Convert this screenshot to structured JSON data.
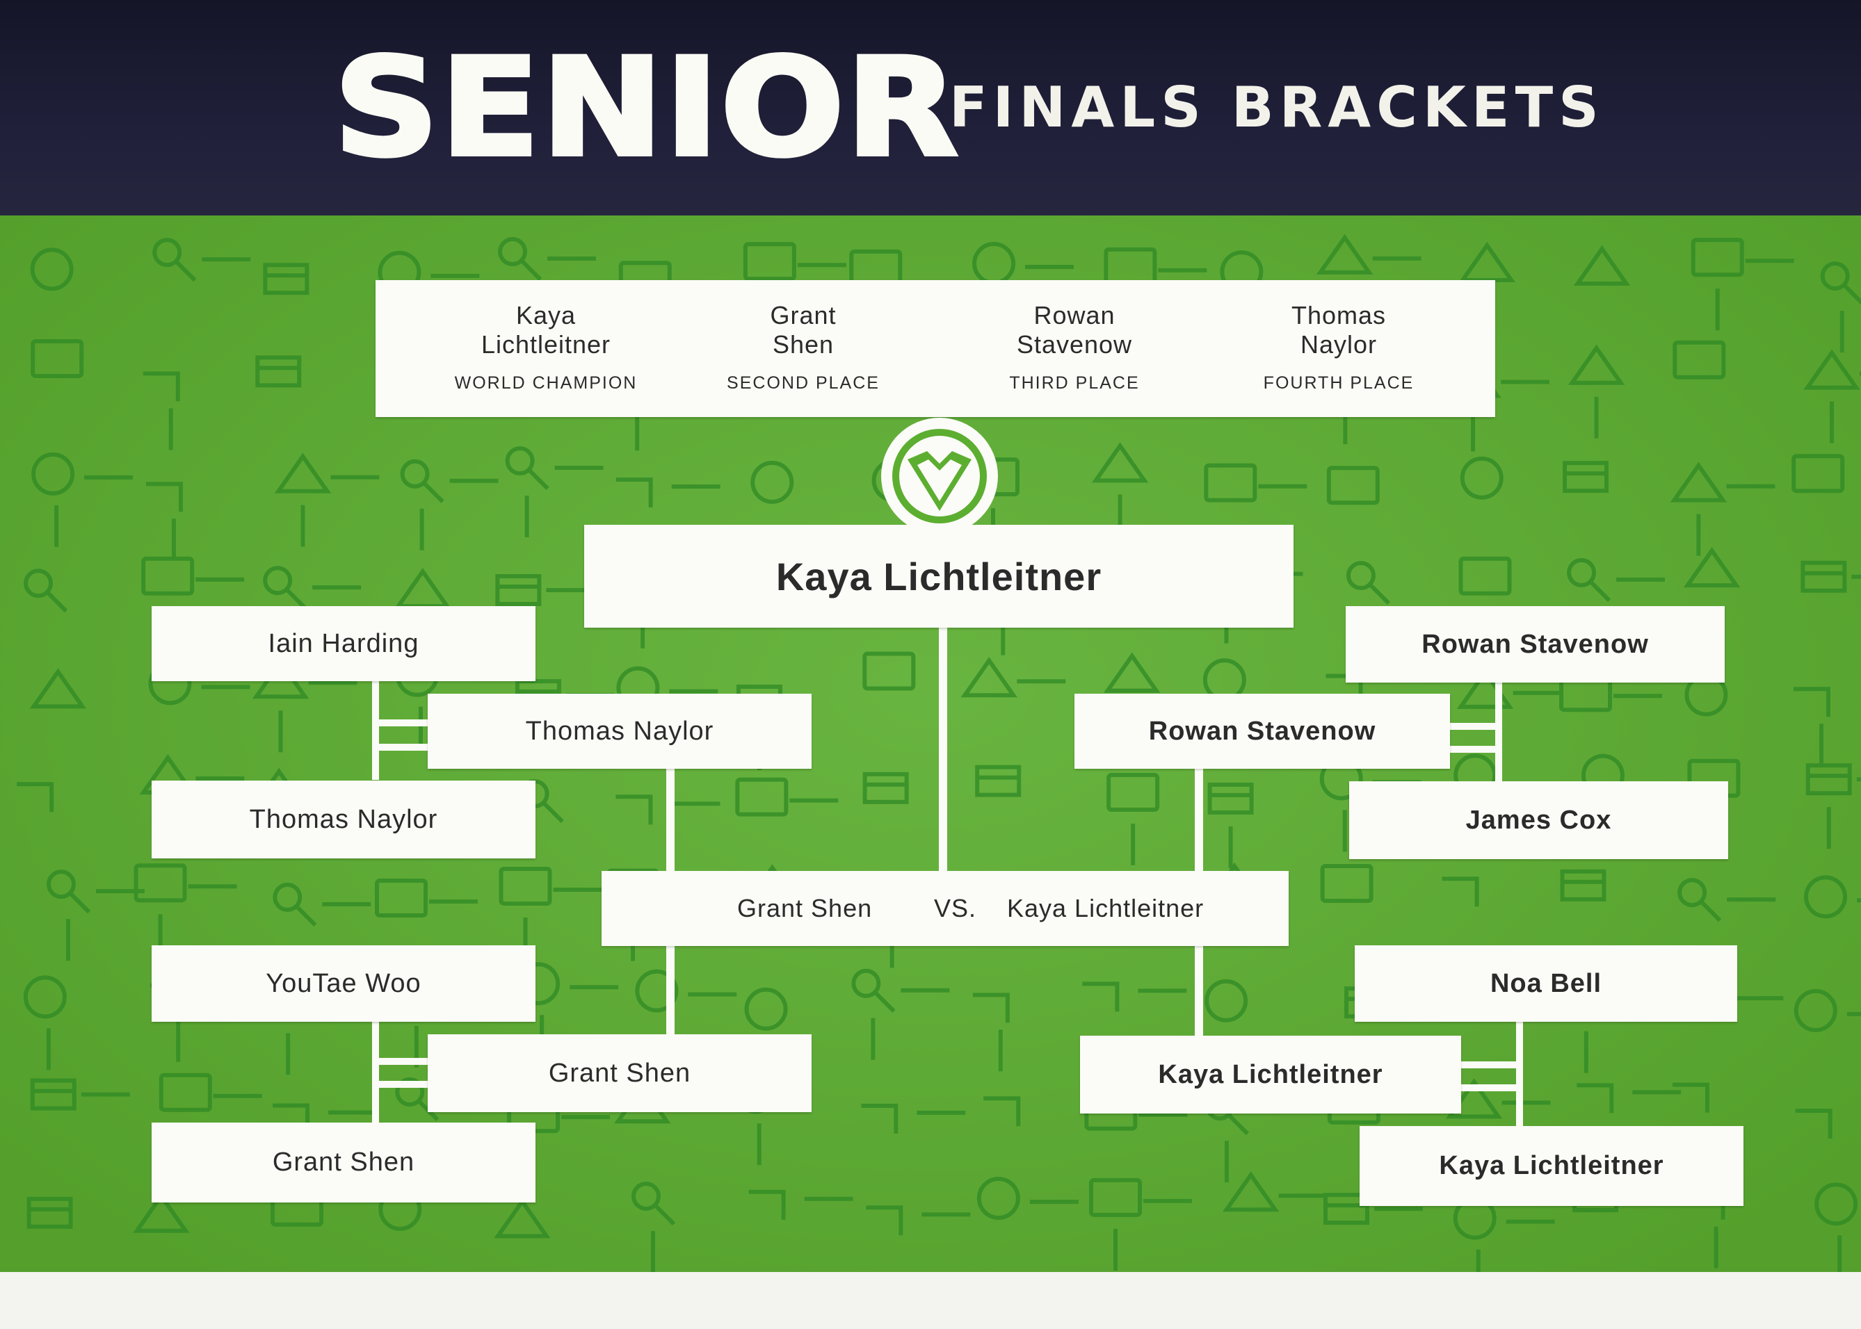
{
  "header": {
    "title": "SENIOR",
    "subtitle": "FINALS BRACKETS"
  },
  "placings": [
    {
      "name_line1": "Kaya",
      "name_line2": "Lichtleitner",
      "rank": "WORLD CHAMPION"
    },
    {
      "name_line1": "Grant",
      "name_line2": "Shen",
      "rank": "SECOND PLACE"
    },
    {
      "name_line1": "Rowan",
      "name_line2": "Stavenow",
      "rank": "THIRD PLACE"
    },
    {
      "name_line1": "Thomas",
      "name_line2": "Naylor",
      "rank": "FOURTH PLACE"
    }
  ],
  "champion": "Kaya Lichtleitner",
  "final": {
    "left": "Grant Shen",
    "vs": "VS.",
    "right": "Kaya Lichtleitner"
  },
  "left_bracket": {
    "top": {
      "player1": "Iain Harding",
      "player2": "Thomas Naylor",
      "winner": "Thomas Naylor"
    },
    "bottom": {
      "player1": "YouTae Woo",
      "player2": "Grant Shen",
      "winner": "Grant Shen"
    }
  },
  "right_bracket": {
    "top": {
      "player1": "Rowan Stavenow",
      "player2": "James Cox",
      "winner": "Rowan Stavenow"
    },
    "bottom": {
      "player1": "Noa Bell",
      "player2": "Kaya Lichtleitner",
      "winner": "Kaya Lichtleitner"
    }
  },
  "colors": {
    "header_bg": "#1c1c33",
    "board_green": "#5cae30",
    "pattern_green": "#2f8a25",
    "box_bg": "#fbfbf7",
    "text": "#2b2b2b"
  }
}
